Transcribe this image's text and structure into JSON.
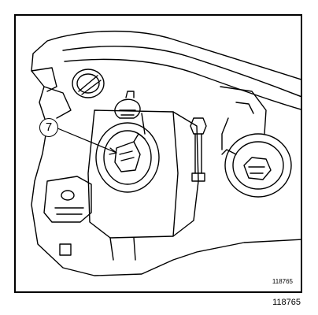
{
  "diagram": {
    "callout_number": "7",
    "reference_inner": "118765",
    "reference_outer": "118765"
  }
}
